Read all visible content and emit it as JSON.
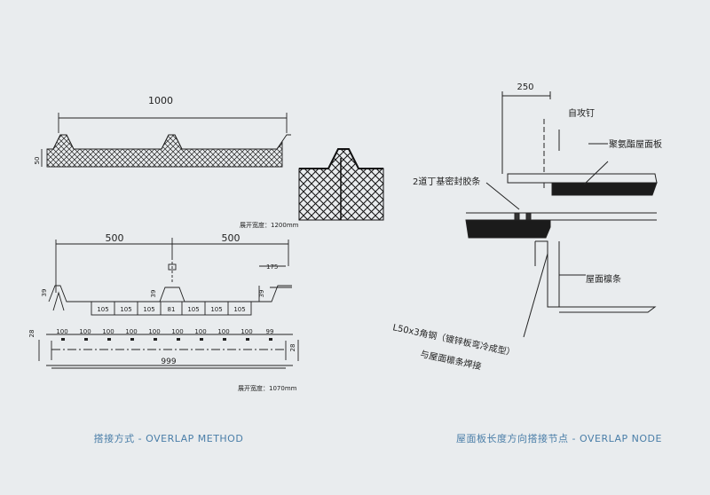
{
  "left": {
    "top_width": "1000",
    "top_height": "50",
    "top_unfold": "展开宽度：1200mm",
    "mid_left_span": "500",
    "mid_right_span": "500",
    "rib_height_left": "39",
    "rib_height_center": "39",
    "rib_height_right": "39",
    "rib_top_right": "175",
    "mid_segments": [
      "105",
      "105",
      "105",
      "81",
      "105",
      "105",
      "105"
    ],
    "bottom_thickness_left": "28",
    "bottom_thickness_right": "28",
    "bottom_segments": [
      "100",
      "100",
      "100",
      "100",
      "100",
      "100",
      "100",
      "100",
      "100",
      "99"
    ],
    "bottom_total": "999",
    "bottom_unfold": "展开宽度：1070mm",
    "caption": "搭接方式 - OVERLAP METHOD"
  },
  "right": {
    "dim_top": "250",
    "label_screw": "自攻钉",
    "label_panel": "聚氨酯屋面板",
    "label_seal": "2道丁基密封胶条",
    "label_purlin": "屋面檩条",
    "label_angle": "L50x3角钢（镀锌板弯冷成型）",
    "label_weld": "与屋面檩条焊接",
    "caption": "屋面板长度方向搭接节点 - OVERLAP NODE"
  }
}
